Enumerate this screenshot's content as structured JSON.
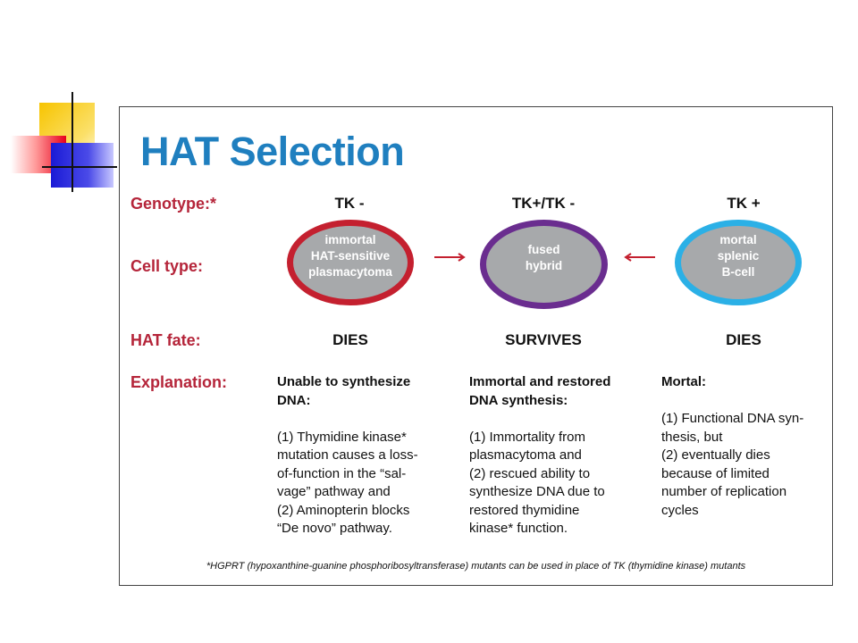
{
  "title": "HAT Selection",
  "row_labels": {
    "genotype": "Genotype:*",
    "cell_type": "Cell type:",
    "hat_fate": "HAT fate:",
    "explanation": "Explanation:"
  },
  "colors": {
    "title": "#1f7fbf",
    "labels": "#b5253a",
    "cell_fill": "#a7a9ab",
    "left_border": "#c4202f",
    "middle_border": "#6a2d8f",
    "right_border": "#2bb0e6",
    "arrow": "#c4202f"
  },
  "columns": [
    {
      "genotype": "TK -",
      "cell_lines": [
        "immortal",
        "HAT-sensitive",
        "plasmacytoma"
      ],
      "fate": "DIES",
      "explanation_head": "Unable to synthesize\nDNA:",
      "explanation_lines": [
        "(1) Thymidine kinase*",
        "mutation causes a loss-",
        "of-function in the “sal-",
        "vage” pathway and",
        "(2) Aminopterin blocks",
        "“De novo” pathway."
      ]
    },
    {
      "genotype": "TK+/TK -",
      "cell_lines": [
        "fused",
        "hybrid"
      ],
      "fate": "SURVIVES",
      "explanation_head": "Immortal and restored\nDNA synthesis:",
      "explanation_lines": [
        "(1) Immortality from",
        "plasmacytoma and",
        "(2) rescued ability to",
        "synthesize DNA due to",
        "restored thymidine",
        "kinase* function."
      ]
    },
    {
      "genotype": "TK +",
      "cell_lines": [
        "mortal",
        "splenic",
        "B-cell"
      ],
      "fate": "DIES",
      "explanation_head": "Mortal:",
      "explanation_lines": [
        "(1) Functional DNA syn-",
        "thesis, but",
        "(2) eventually dies",
        "because of limited",
        "number of replication",
        "cycles"
      ]
    }
  ],
  "footnote": "*HGPRT (hypoxanthine-guanine phosphoribosyltransferase) mutants can be used in place of TK (thymidine kinase) mutants"
}
